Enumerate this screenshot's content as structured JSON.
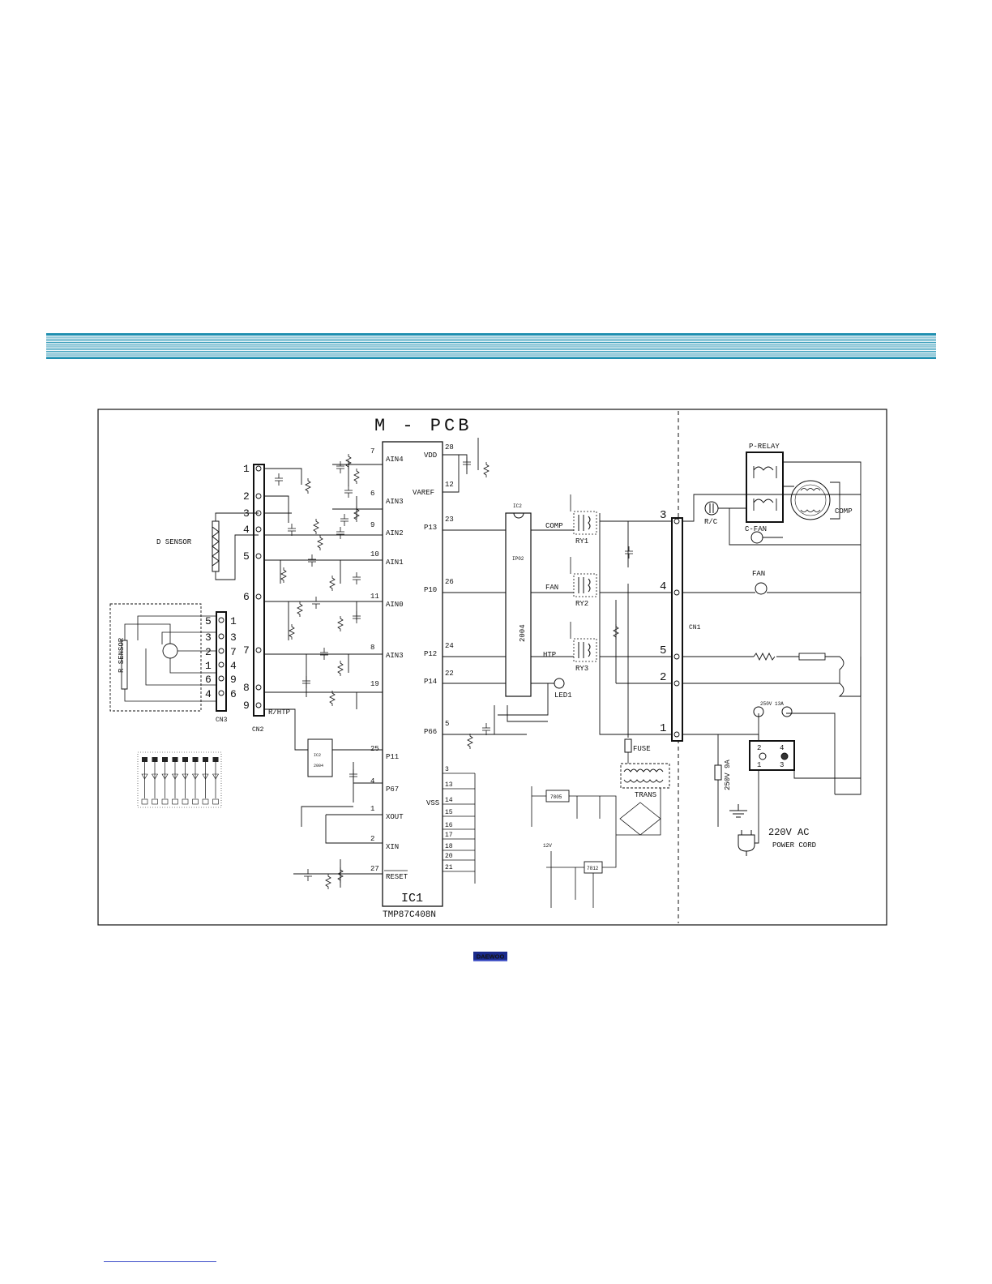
{
  "board_title": "M - PCB",
  "ic1": {
    "name": "IC1",
    "part": "TMP87C408N",
    "left_pins": [
      {
        "num": "7",
        "label": "AIN4"
      },
      {
        "num": "6",
        "label": "AIN3"
      },
      {
        "num": "9",
        "label": "AIN2"
      },
      {
        "num": "10",
        "label": "AIN1"
      },
      {
        "num": "11",
        "label": "AIN0"
      },
      {
        "num": "8",
        "label": "AIN3"
      },
      {
        "num": "19",
        "label": ""
      },
      {
        "num": "25",
        "label": "P11"
      },
      {
        "num": "4",
        "label": "P67"
      },
      {
        "num": "1",
        "label": "XOUT"
      },
      {
        "num": "2",
        "label": "XIN"
      },
      {
        "num": "27",
        "label": "RESET"
      }
    ],
    "right_pins": [
      {
        "num": "28",
        "label": "VDD"
      },
      {
        "num": "12",
        "label": "VAREF"
      },
      {
        "num": "23",
        "label": "P13"
      },
      {
        "num": "26",
        "label": "P10"
      },
      {
        "num": "24",
        "label": "P12"
      },
      {
        "num": "22",
        "label": "P14"
      },
      {
        "num": "5",
        "label": "P66"
      }
    ],
    "vss_label": "VSS",
    "vss_pins": [
      "3",
      "13",
      "14",
      "15",
      "16",
      "17",
      "18",
      "20",
      "21"
    ]
  },
  "ic2": {
    "name": "IC2",
    "part_id": "IP02",
    "part": "2004"
  },
  "ic_p11": {
    "name": "IC2",
    "part": "2004"
  },
  "cn2": {
    "name": "CN2",
    "pins": [
      "1",
      "2",
      "3",
      "4",
      "5",
      "6",
      "7",
      "8",
      "9"
    ],
    "r_htp": "R/HTP"
  },
  "cn3": {
    "name": "CN3",
    "left_pins": [
      "5",
      "3",
      "2",
      "1",
      "6",
      "4"
    ],
    "right_pins": [
      "1",
      "3",
      "7",
      "4",
      "9",
      "6"
    ]
  },
  "cn1": {
    "name": "CN1",
    "pins": [
      "3",
      "4",
      "5",
      "2",
      "1"
    ]
  },
  "sensors": {
    "d_sensor": "D SENSOR",
    "r_sensor": "R SENSOR"
  },
  "relays": [
    "RY1",
    "RY2",
    "RY3"
  ],
  "outputs": {
    "comp": "COMP",
    "fan": "FAN",
    "htp": "HTP",
    "led": "LED1"
  },
  "power": {
    "fuse": "FUSE",
    "trans": "TRANS",
    "ic5": "7805",
    "ic3": "7812",
    "v12": "12V",
    "breaker": "250V 9A",
    "ac": "220V AC",
    "cord": "POWER CORD",
    "rating": "250V 13A"
  },
  "right_panel": {
    "p_relay": "P-RELAY",
    "comp": "COMP",
    "rc": "R/C",
    "c_fan": "C-FAN",
    "fan": "FAN",
    "switch_pins": [
      "2",
      "4",
      "1",
      "3"
    ]
  },
  "logo": "DAEWOO",
  "colors": {
    "banner": "#1f8fb0",
    "ink": "#111111",
    "logo": "#1a2a8c"
  }
}
